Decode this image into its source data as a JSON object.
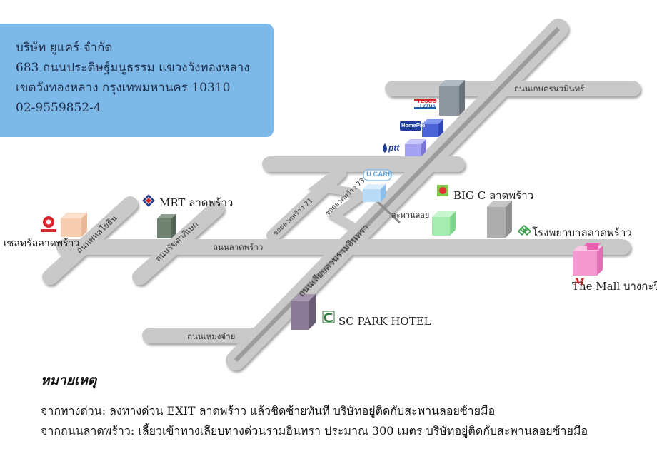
{
  "company": {
    "name": "บริษัท ยูแคร์ จำกัด",
    "address1": "683 ถนนประดิษฐ์มนูธรรม แขวงวังทองหลาง",
    "address2": "เขตวังทองหลาง กรุงเทพมหานคร 10310",
    "phone": "02-9559852-4"
  },
  "roads": {
    "kaset_nawamin": "ถนนเกษตรนวมินทร์",
    "ladprao": "ถนนลาดพร้าว",
    "phahon": "ถนนพหลโยธิน",
    "ratchada": "ถนนรัชดาภิเษก",
    "muang_chai": "ถนนเหม่งจ๋าย",
    "ramintra_bypass": "ถนนเลียบด่วนรามอินทรา",
    "soi71": "ซอยลาดพร้าว 71",
    "soi73": "ซอยลาดพร้าว 73",
    "bridge": "สะพานลอย"
  },
  "places": {
    "mrt": "MRT ลาดพร้าว",
    "central": "เซลทรัลลาดพร้าว",
    "bigc": "BIG C ลาดพร้าว",
    "hospital": "โรงพยาบาลลาดพร้าว",
    "mall": "The Mall บางกะปิ",
    "sc_park": "SC PARK HOTEL",
    "tesco_1": "TESCO",
    "tesco_2": "Lotus",
    "homepro": "HomePro",
    "ptt": "ptt",
    "ucare": "U CARE",
    "mall_logo": "M"
  },
  "colors": {
    "road": "#c8c8c8",
    "info_bg": "#7cb9e8",
    "mall_pink": "#f28ac8",
    "central_red": "#d8262c"
  },
  "notes": {
    "title": "หมายเหตุ",
    "line1": "จากทางด่วน: ลงทางด่วน EXIT ลาดพร้าว แล้วชิดซ้ายทันที บริษัทอยู่ติดกับสะพานลอยซ้ายมือ",
    "line2": "จากถนนลาดพร้าว: เลี้ยวเข้าทางเลียบทางด่วนรามอินทรา ประมาณ 300 เมตร บริษัทอยู่ติดกับสะพานลอยซ้ายมือ"
  }
}
